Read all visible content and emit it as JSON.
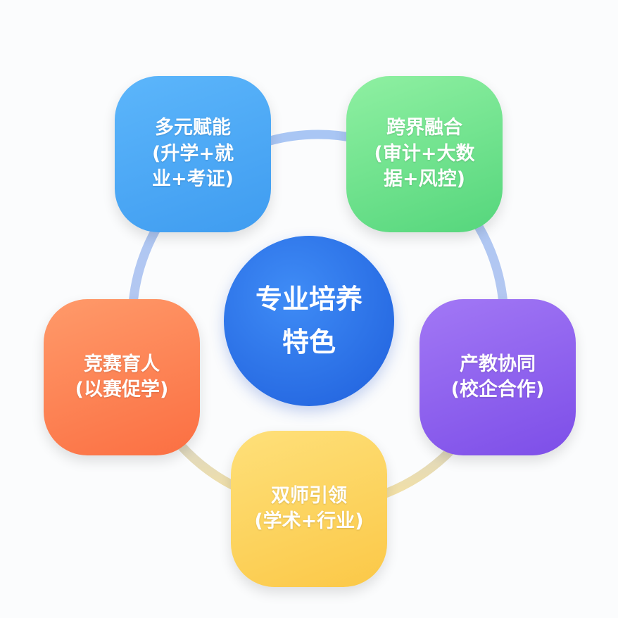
{
  "center": {
    "title": "专业培养\n特色"
  },
  "nodes": [
    {
      "title": "多元赋能\n(升学+就\n业+考证)",
      "color": "#4aa8f5"
    },
    {
      "title": "跨界融合\n(审计+大数\n据+风控)",
      "color": "#6ee08a"
    },
    {
      "title": "产教协同\n(校企合作)",
      "color": "#8b5cf0"
    },
    {
      "title": "双师引领\n(学术+行业)",
      "color": "#fcd25a"
    },
    {
      "title": "竞赛育人\n(以赛促学)",
      "color": "#fb7c4f"
    }
  ]
}
